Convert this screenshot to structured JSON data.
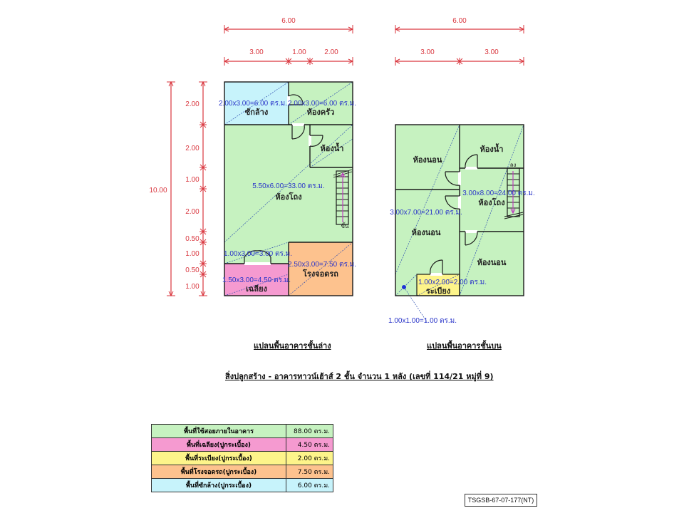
{
  "ground_floor": {
    "caption": "แปลนพื้นอาคารชั้นล่าง",
    "dims_top_total": "6.00",
    "dims_top_parts": [
      "3.00",
      "1.00",
      "2.00"
    ],
    "dims_left_total": "10.00",
    "dims_left_parts": [
      "2.00",
      "2.00",
      "1.00",
      "2.00",
      "0.50",
      "1.00",
      "0.50",
      "1.00"
    ],
    "rooms": {
      "laundry": {
        "name": "ซักล้าง",
        "area": "2.00x3.00=6.00 ตร.ม."
      },
      "kitchen": {
        "name": "ห้องครัว",
        "area": "2.00x3.00=6.00 ตร.ม."
      },
      "bathroom": {
        "name": "ห้องน้ำ"
      },
      "hall": {
        "name": "ห้องโถง",
        "area": "5.50x6.00=33.00 ตร.ม."
      },
      "entry": {
        "area": "1.00x3.00=3.00 ตร.ม."
      },
      "porch": {
        "name": "เฉลียง",
        "area": "1.50x3.00=4.50 ตร.ม."
      },
      "garage": {
        "name": "โรงจอดรถ",
        "area": "2.50x3.00=7.50 ตร.ม."
      }
    },
    "stair_label": "ขึ้น"
  },
  "upper_floor": {
    "caption": "แปลนพื้นอาคารชั้นบน",
    "dims_top_total": "6.00",
    "dims_top_parts": [
      "3.00",
      "3.00"
    ],
    "rooms": {
      "bedroom1": {
        "name": "ห้องนอน"
      },
      "bathroom": {
        "name": "ห้องน้ำ"
      },
      "hall": {
        "name": "ห้องโถง",
        "area": "3.00x8.00=24.00 ตร.ม."
      },
      "bedroom2": {
        "name": "ห้องนอน",
        "area": "3.00x7.00=21.00 ตร.ม."
      },
      "bedroom3": {
        "name": "ห้องนอน"
      },
      "balcony": {
        "name": "ระเบียง",
        "area": "1.00x2.00=2.00 ตร.ม."
      },
      "corner": {
        "area": "1.00x1.00=1.00 ตร.ม."
      }
    },
    "stair_label": "ลง"
  },
  "title": "สิ่งปลูกสร้าง - อาคารทาวน์เฮ้าส์ 2 ชั้น จำนวน 1 หลัง (เลขที่ 114/21 หมู่ที่ 9)",
  "summary_table": [
    {
      "label": "พื้นที่ใช้สอยภายในอาคาร",
      "value": "88.00 ตร.ม.",
      "color": "#c6f2c0"
    },
    {
      "label": "พื้นที่เฉลียง(ปูกระเบื้อง)",
      "value": "4.50 ตร.ม.",
      "color": "#f59ad0"
    },
    {
      "label": "พื้นที่ระเบียง(ปูกระเบื้อง)",
      "value": "2.00 ตร.ม.",
      "color": "#fdf48a"
    },
    {
      "label": "พื้นที่โรงจอดรถ(ปูกระเบื้อง)",
      "value": "7.50 ตร.ม.",
      "color": "#fdc28e"
    },
    {
      "label": "พื้นที่ซักล้าง(ปูกระเบื้อง)",
      "value": "6.00 ตร.ม.",
      "color": "#c7f3fb"
    }
  ],
  "doc_code": "TSGSB-67-07-177(NT)",
  "colors": {
    "dimension": "#d9363e",
    "area_text": "#2a35c9",
    "green_room": "#c6f2c0",
    "laundry": "#c7f3fb",
    "porch": "#f59ad0",
    "garage": "#fdc28e",
    "balcony": "#fdf48a",
    "stair_arrow": "#c040c0"
  }
}
